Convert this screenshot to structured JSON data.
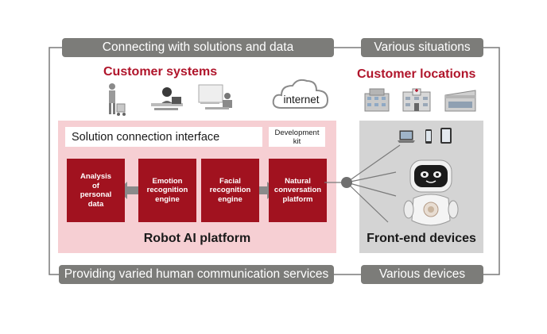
{
  "top_banner": "Connecting with solutions and data",
  "top_right_banner": "Various situations",
  "bottom_banner": "Providing varied human communication services",
  "bottom_right_banner": "Various devices",
  "customer_systems": "Customer systems",
  "customer_locations": "Customer locations",
  "internet": "internet",
  "interface_label": "Solution connection interface",
  "devkit_label": "Development\nkit",
  "engines": [
    "Analysis\nof\npersonal\ndata",
    "Emotion\nrecognition\nengine",
    "Facial\nrecognition\nengine",
    "Natural\nconversation\nplatform"
  ],
  "platform_title": "Robot AI platform",
  "front_end_title": "Front-end devices",
  "colors": {
    "brand_red": "#a1121f",
    "heading_red": "#b0152b",
    "pink_panel": "#f6cfd3",
    "grey_pill": "#7c7c79",
    "grey_panel": "#d4d4d4"
  },
  "icons": [
    "worker-icon",
    "office-worker-icon",
    "meeting-icon",
    "cloud-icon",
    "office-building-icon",
    "hospital-icon",
    "store-icon",
    "laptop-icon",
    "phone-icon",
    "tablet-icon",
    "robot-icon",
    "hub-icon"
  ]
}
